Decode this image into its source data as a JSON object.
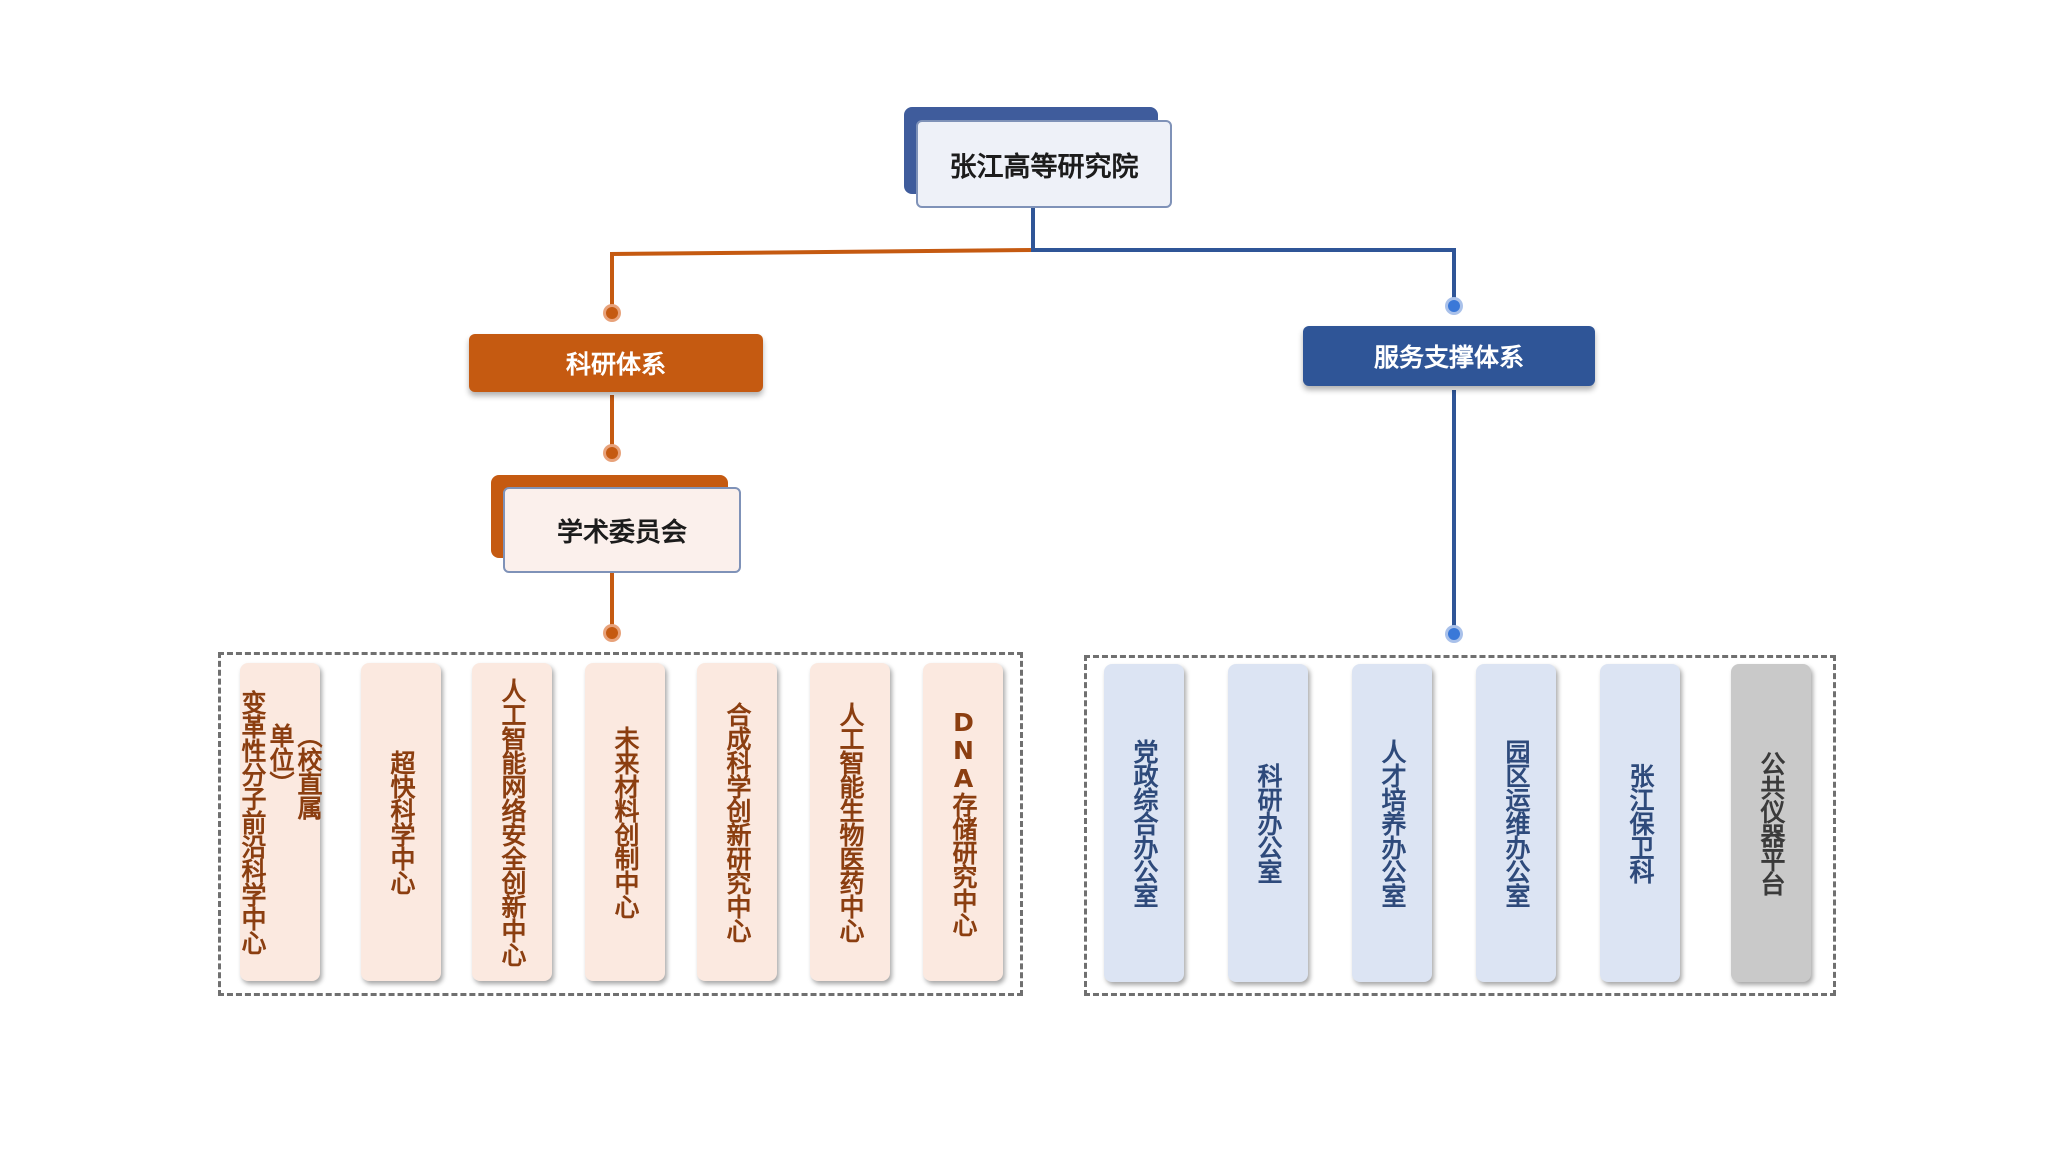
{
  "root": {
    "title": "张江高等研究院"
  },
  "research": {
    "title": "科研体系",
    "committee": "学术委员会",
    "units": [
      {
        "name": "变革性分子前沿科学中心",
        "note": "（校直属单位）"
      },
      {
        "name": "超快科学中心"
      },
      {
        "name": "人工智能网络安全创新中心"
      },
      {
        "name": "未来材料创制中心"
      },
      {
        "name": "合成科学创新研究中心"
      },
      {
        "name": "人工智能生物医药中心"
      },
      {
        "name": "DNA存储研究中心"
      }
    ]
  },
  "service": {
    "title": "服务支撑体系",
    "units": [
      {
        "name": "党政综合办公室"
      },
      {
        "name": "科研办公室"
      },
      {
        "name": "人才培养办公室"
      },
      {
        "name": "园区运维办公室"
      },
      {
        "name": "张江保卫科"
      },
      {
        "name": "公共仪器平台"
      }
    ]
  },
  "colors": {
    "research_accent": "#c55a11",
    "service_accent": "#2f5597",
    "research_unit_bg": "#fbe9e0",
    "service_unit_bg": "#dce4f3",
    "neutral_unit_bg": "#c9c9c9"
  }
}
